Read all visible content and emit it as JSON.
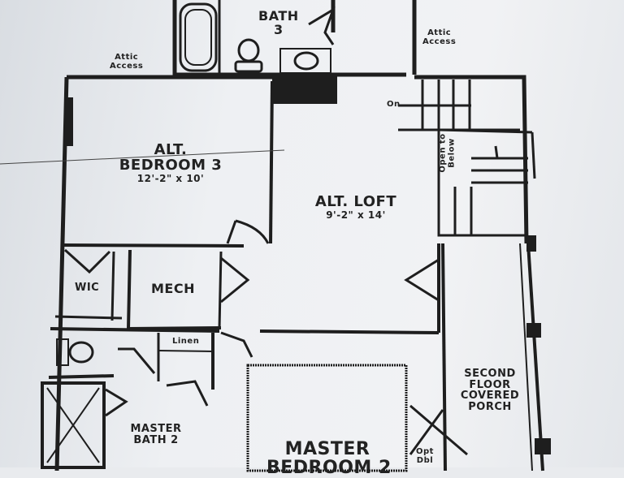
{
  "rooms": {
    "bath3": {
      "line1": "BATH",
      "line2": "3"
    },
    "attic_left": {
      "line1": "Attic",
      "line2": "Access"
    },
    "attic_right": {
      "line1": "Attic",
      "line2": "Access"
    },
    "bedroom3": {
      "line1": "ALT.",
      "line2": "BEDROOM 3",
      "size": "12'-2\" x 10'"
    },
    "loft": {
      "line1": "ALT. LOFT",
      "size": "9'-2\" x 14'"
    },
    "stair_on": "On",
    "stair_open": {
      "line1": "Open to",
      "line2": "Below"
    },
    "wic": "WIC",
    "mech": "MECH",
    "linen": "Linen",
    "master_bath": {
      "line1": "MASTER",
      "line2": "BATH 2"
    },
    "master_bed": {
      "line1": "MASTER",
      "line2": "BEDROOM 2"
    },
    "porch": {
      "line1": "SECOND",
      "line2": "FLOOR",
      "line3": "COVERED",
      "line4": "PORCH"
    },
    "opt": {
      "line1": "Opt",
      "line2": "Dbl"
    }
  }
}
